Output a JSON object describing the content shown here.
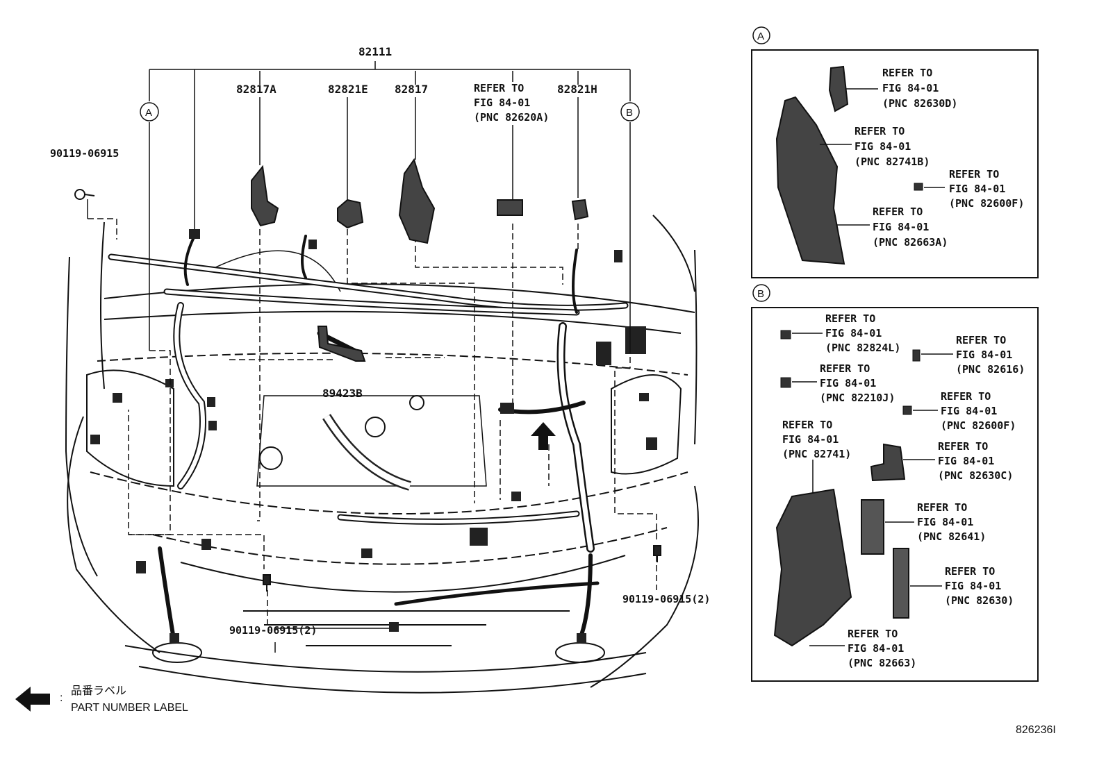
{
  "main_part": "82111",
  "callout_a": "A",
  "callout_b": "B",
  "top_parts": {
    "p1": "82817A",
    "p2": "82821E",
    "p3": "82817",
    "p4": "82821H"
  },
  "bolt_left": "90119-06915",
  "bolt_center": "90119-06915(2)",
  "bolt_right": "90119-06915(2)",
  "center_part": "89423B",
  "refer_main": {
    "l1": "REFER TO",
    "l2": "FIG 84-01",
    "l3": "(PNC 82620A)"
  },
  "panel_a": [
    {
      "l1": "REFER TO",
      "l2": "FIG 84-01",
      "l3": "(PNC 82630D)"
    },
    {
      "l1": "REFER TO",
      "l2": "FIG 84-01",
      "l3": "(PNC 82741B)"
    },
    {
      "l1": "REFER TO",
      "l2": "FIG 84-01",
      "l3": "(PNC 82600F)"
    },
    {
      "l1": "REFER TO",
      "l2": "FIG 84-01",
      "l3": "(PNC 82663A)"
    }
  ],
  "panel_b": [
    {
      "l1": "REFER TO",
      "l2": "FIG 84-01",
      "l3": "(PNC 82824L)"
    },
    {
      "l1": "REFER TO",
      "l2": "FIG 84-01",
      "l3": "(PNC 82616)"
    },
    {
      "l1": "REFER TO",
      "l2": "FIG 84-01",
      "l3": "(PNC 82210J)"
    },
    {
      "l1": "REFER TO",
      "l2": "FIG 84-01",
      "l3": "(PNC 82600F)"
    },
    {
      "l1": "REFER TO",
      "l2": "FIG 84-01",
      "l3": "(PNC 82741)"
    },
    {
      "l1": "REFER TO",
      "l2": "FIG 84-01",
      "l3": "(PNC 82630C)"
    },
    {
      "l1": "REFER TO",
      "l2": "FIG 84-01",
      "l3": "(PNC 82641)"
    },
    {
      "l1": "REFER TO",
      "l2": "FIG 84-01",
      "l3": "(PNC 82630)"
    },
    {
      "l1": "REFER TO",
      "l2": "FIG 84-01",
      "l3": "(PNC 82663)"
    }
  ],
  "legend": {
    "colon": ":",
    "jp": "品番ラベル",
    "en": "PART NUMBER LABEL"
  },
  "figure_id": "826236I"
}
